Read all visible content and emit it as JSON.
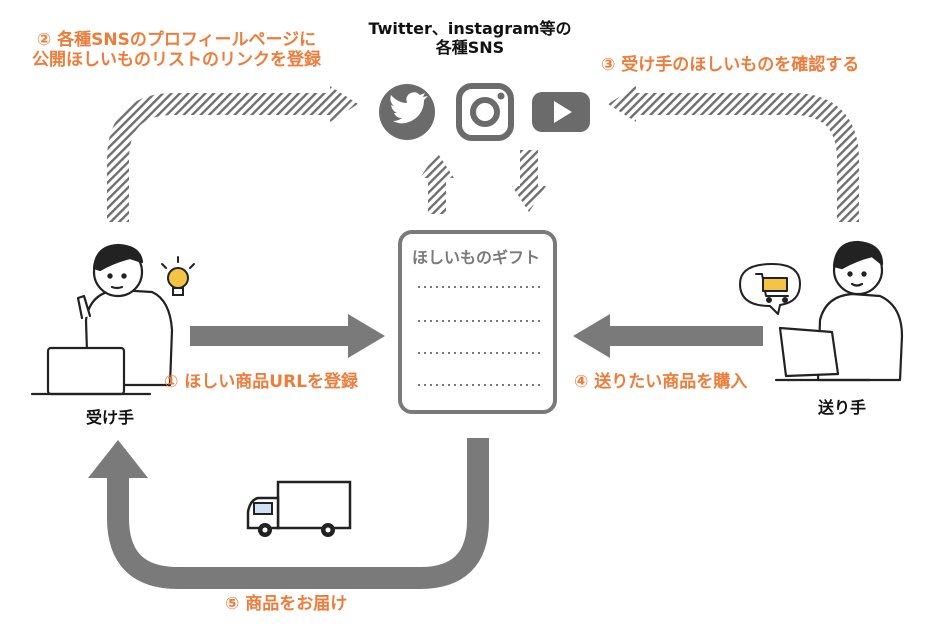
{
  "colors": {
    "accent": "#ee7d3b",
    "arrow_gray": "#7a7a7a",
    "icon_gray": "#6b6b6b",
    "line_black": "#222222"
  },
  "sns": {
    "label_line1": "Twitter、instagram等の",
    "label_line2": "各種SNS",
    "icons": [
      "twitter-icon",
      "instagram-icon",
      "youtube-icon"
    ]
  },
  "steps": {
    "step1": "① ほしい商品URLを登録",
    "step2_line1": "② 各種SNSのプロフィールページに",
    "step2_line2": "公開ほしいものリストのリンクを登録",
    "step3": "③ 受け手のほしいものを確認する",
    "step4": "④ 送りたい商品を購入",
    "step5": "⑤ 商品をお届け"
  },
  "list": {
    "title": "ほしいものギフト",
    "lines": 4
  },
  "roles": {
    "receiver": "受け手",
    "sender": "送り手"
  }
}
